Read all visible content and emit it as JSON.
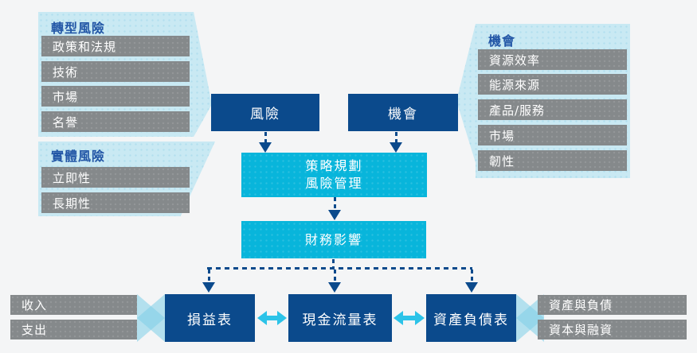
{
  "colors": {
    "background": "#f4f5f6",
    "navy_box": "#0b4a8c",
    "cyan_box": "#08b5db",
    "light_blue_panel": "#c9e9f3",
    "gray_bar": "#85898b",
    "cyan_arrow": "#2cc3e8",
    "header_text": "#2256a6"
  },
  "left_top_panel": {
    "title": "轉型風險",
    "items": [
      "政策和法規",
      "技術",
      "市場",
      "名譽"
    ]
  },
  "left_bottom_panel": {
    "title": "實體風險",
    "items": [
      "立即性",
      "長期性"
    ]
  },
  "right_panel": {
    "title": "機會",
    "items": [
      "資源效率",
      "能源來源",
      "產品/服務",
      "市場",
      "韌性"
    ]
  },
  "flow": {
    "risk_box": "風險",
    "opportunity_box": "機會",
    "strategy_box_line1": "策略規劃",
    "strategy_box_line2": "風險管理",
    "financial_impact_box": "財務影響",
    "income_statement_box": "損益表",
    "cash_flow_box": "現金流量表",
    "balance_sheet_box": "資產負債表"
  },
  "side_labels": {
    "left": [
      "收入",
      "支出"
    ],
    "right": [
      "資產與負債",
      "資本與融資"
    ]
  }
}
